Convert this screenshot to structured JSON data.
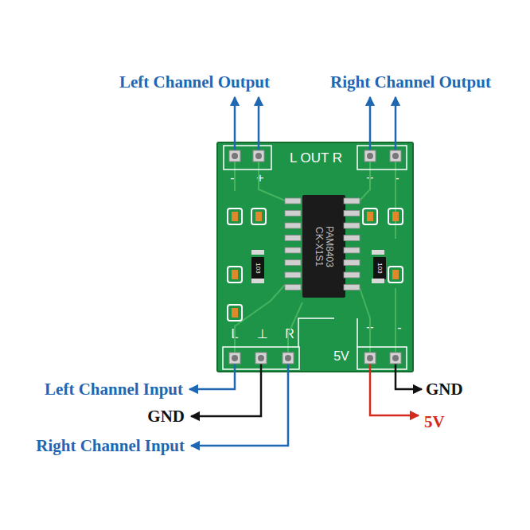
{
  "diagram": {
    "nodes": [
      {
        "text": [
          "L OUT R",
          "-",
          "+",
          "+",
          "-",
          "L",
          "⊥",
          "R",
          "5V",
          "+",
          "-"
        ]
      },
      {
        "text": [
          "PAM8403",
          "CK-X1S1"
        ],
        "in": 0
      },
      {
        "text": [
          "103"
        ],
        "in": 0
      },
      {
        "text": [
          "103"
        ],
        "in": 0
      }
    ],
    "labels": [
      "Left Channel Output",
      "Right Channel Output",
      "Left Channel Input",
      "GND",
      "Right Channel Input",
      "GND",
      "5V"
    ]
  }
}
